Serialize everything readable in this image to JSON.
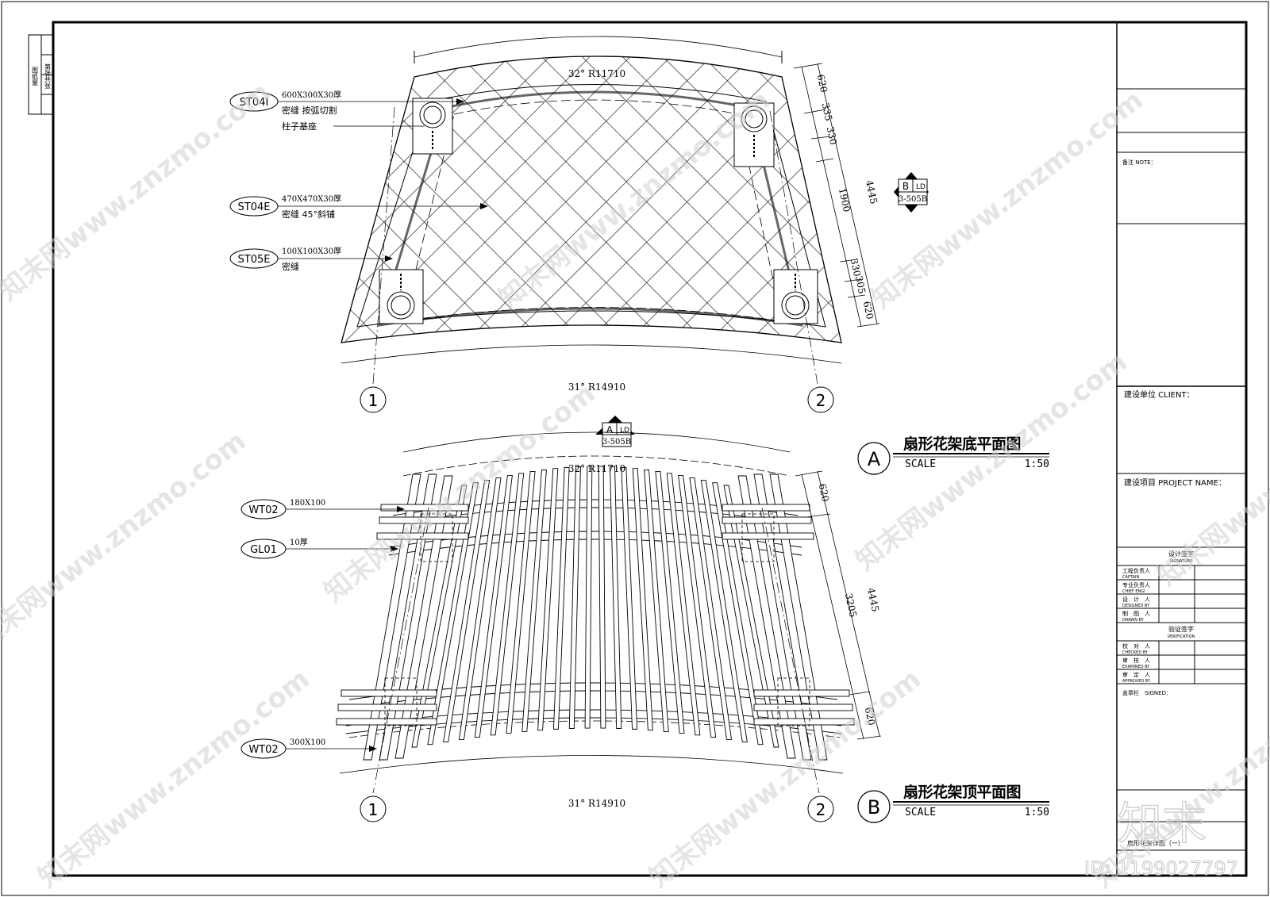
{
  "left_strip": {
    "col1": "图纸量",
    "col2": "第张共张"
  },
  "plan_a": {
    "top_arc": "32°  R11710",
    "bottom_arc": "31°  R14910",
    "dims_right": [
      "620",
      "335",
      "330",
      "1900",
      "330",
      "305",
      "620"
    ],
    "dim_total": "4445",
    "axis_1": "1",
    "axis_2": "2",
    "callouts": [
      {
        "tag": "ST04I",
        "line1": "600X300X30厚",
        "line2": "密缝 按弧切割",
        "line3": "柱子基座"
      },
      {
        "tag": "ST04E",
        "line1": "470X470X30厚",
        "line2": "密缝 45°斜铺"
      },
      {
        "tag": "ST05E",
        "line1": "100X100X30厚",
        "line2": "密缝"
      }
    ],
    "section_marker": {
      "letter": "B",
      "code": "LD",
      "ref": "3-505B"
    },
    "title": "扇形花架底平面图",
    "title_letter": "A",
    "scale_label": "SCALE",
    "scale_value": "1:50"
  },
  "plan_b": {
    "top_arc": "32°  R11710",
    "bottom_arc": "31°  R14910",
    "dims_right": [
      "620",
      "3205",
      "620"
    ],
    "dim_total": "4445",
    "axis_1": "1",
    "axis_2": "2",
    "callouts": [
      {
        "tag": "WT02",
        "line1": "180X100"
      },
      {
        "tag": "GL01",
        "line1": "10厚"
      },
      {
        "tag": "WT02",
        "line1": "300X100"
      }
    ],
    "section_marker": {
      "letter": "A",
      "code": "LD",
      "ref": "3-505B"
    },
    "title": "扇形花架顶平面图",
    "title_letter": "B",
    "scale_label": "SCALE",
    "scale_value": "1:50"
  },
  "title_block": {
    "note": "备注 NOTE：",
    "client": "建设单位 CLIENT：",
    "project": "建设项目 PROJECT NAME：",
    "signature_cn": "设计签字",
    "signature_en": "SIGNATURE",
    "roles_design": [
      {
        "cn": "工程负责人",
        "en": "CAPTAIN"
      },
      {
        "cn": "专业负责人",
        "en": "CHIEF ENGI"
      },
      {
        "cn": "设　计　人",
        "en": "DESIGNED BY"
      },
      {
        "cn": "制　图　人",
        "en": "DRAWN BY"
      }
    ],
    "verification_cn": "验证签字",
    "verification_en": "VERIFICATION",
    "roles_verify": [
      {
        "cn": "校　对　人",
        "en": "CHECKED BY"
      },
      {
        "cn": "审　核　人",
        "en": "EXAMINED BY"
      },
      {
        "cn": "审　定　人",
        "en": "APPROVED BY"
      }
    ],
    "signed": "盖章栏　SIGNED：",
    "drawing_title_cn": "扇形花架详图（一）"
  },
  "watermarks": {
    "text": "知末网www.znzmo.com",
    "logo": "知末",
    "id": "ID: 1199027797"
  }
}
